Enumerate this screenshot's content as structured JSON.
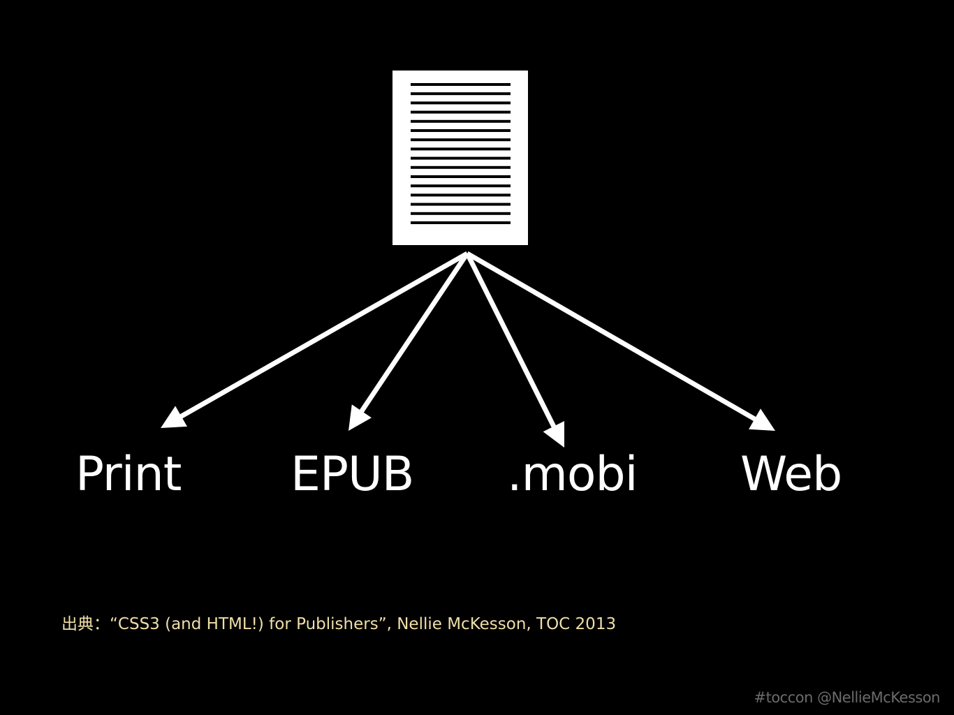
{
  "slide": {
    "outputs": [
      {
        "label": "Print"
      },
      {
        "label": "EPUB"
      },
      {
        "label": ".mobi"
      },
      {
        "label": "Web"
      }
    ],
    "citation": "出典：“CSS3 (and HTML!) for Publishers”, Nellie McKesson, TOC 2013",
    "footer": "#toccon @NellieMcKesson"
  },
  "colors": {
    "background": "#000000",
    "foreground": "#ffffff",
    "citation": "#f0dfa8",
    "footer": "#6b6b6b"
  },
  "icons": {
    "source": "document-icon",
    "connector": "arrow-icon"
  }
}
